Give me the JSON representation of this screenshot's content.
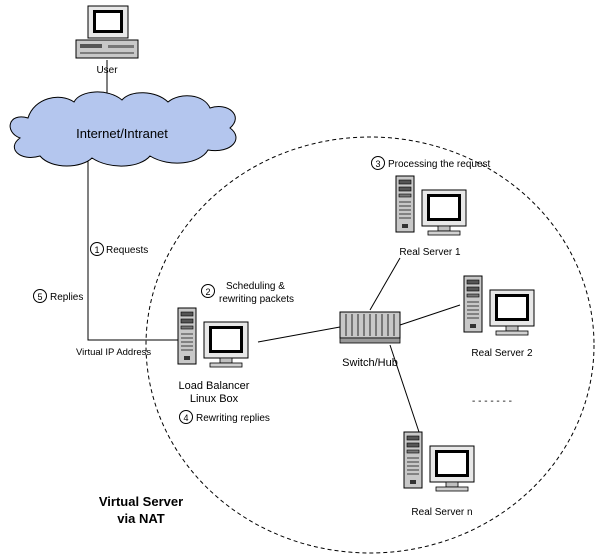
{
  "nodes": {
    "user": "User",
    "internet": "Internet/Intranet",
    "vip": "Virtual IP Address",
    "lb_line1": "Load Balancer",
    "lb_line2": "Linux Box",
    "switch": "Switch/Hub",
    "rs1": "Real Server 1",
    "rs2": "Real Server 2",
    "rsn": "Real Server n"
  },
  "steps": [
    {
      "num": "1",
      "text": "Requests"
    },
    {
      "num": "2",
      "text": "Scheduling &",
      "text2": "rewriting packets"
    },
    {
      "num": "3",
      "text": "Processing the request"
    },
    {
      "num": "4",
      "text": "Rewriting replies"
    },
    {
      "num": "5",
      "text": "Replies"
    }
  ],
  "title_line1": "Virtual Server",
  "title_line2": "via NAT",
  "ellipsis": "- - - - - - -",
  "colors": {
    "cloud": "#b4c6ee",
    "screen": "#000000",
    "case": "#c0c0c0"
  }
}
